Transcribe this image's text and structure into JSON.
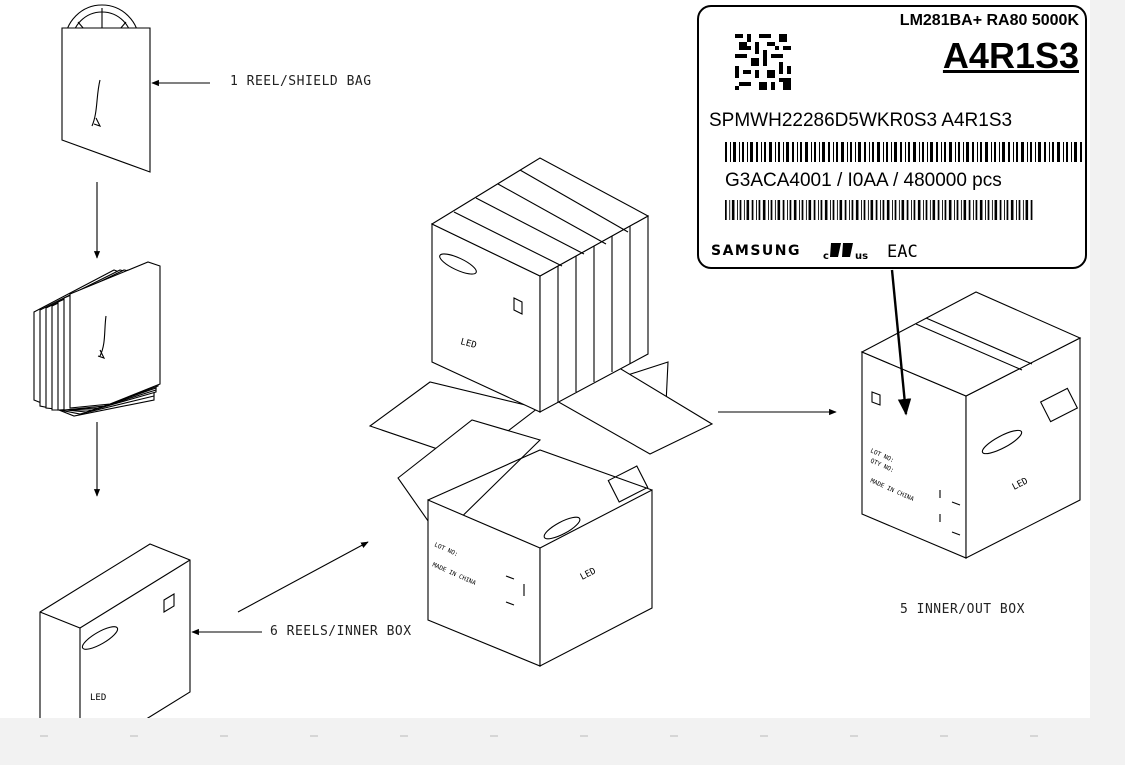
{
  "captions": {
    "reel_bag": "1 REEL/SHIELD BAG",
    "inner_box": "6 REELS/INNER BOX",
    "out_box": "5 INNER/OUT BOX"
  },
  "label": {
    "model": "LM281BA+ RA80 5000K",
    "bin": "A4R1S3",
    "part_line": "SPMWH22286D5WKR0S3   A4R1S3",
    "lot_line": "G3ACA4001 / I0AA / 480000 pcs",
    "brand": "SAMSUNG",
    "cert_ur_left": "c",
    "cert_ur_right": "us",
    "cert_eac": "EAC"
  },
  "box_print": {
    "led": "LED",
    "made_in": "MADE IN CHINA",
    "lot_no": "LOT NO:",
    "qty_no": "QTY NO:"
  },
  "colors": {
    "line": "#000000",
    "gutter": "#f2f2f2"
  }
}
